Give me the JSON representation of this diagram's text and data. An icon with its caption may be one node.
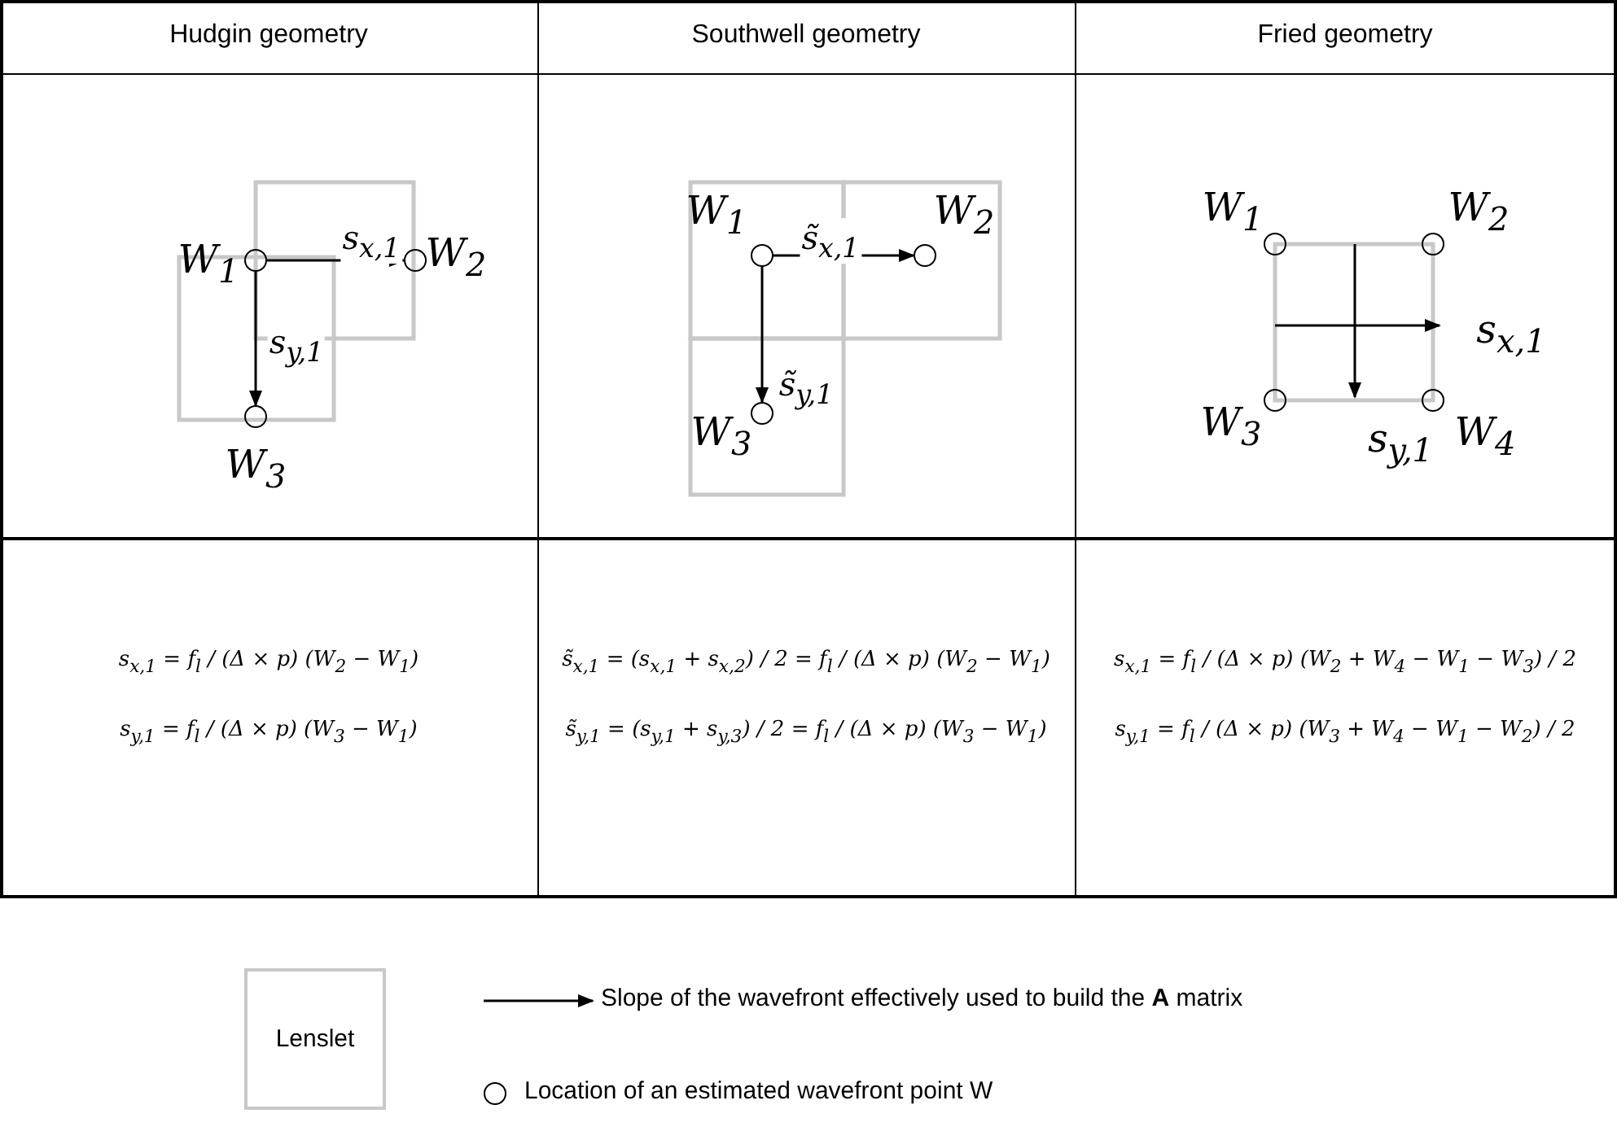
{
  "diagram": {
    "nodes": [
      {
        "text": [
          "W$_{1}$"
        ]
      },
      {
        "text": [
          "W$_{2}$"
        ]
      },
      {
        "text": [
          "W$_{3}$"
        ]
      },
      {
        "text": [
          "W$_{1}$"
        ]
      },
      {
        "text": [
          "W$_{2}$"
        ]
      },
      {
        "text": [
          "W$_{3}$"
        ]
      },
      {
        "text": [
          "W$_{1}$"
        ]
      },
      {
        "text": [
          "W$_{2}$"
        ]
      },
      {
        "text": [
          "W$_{3}$"
        ]
      },
      {
        "text": [
          "W$_{4}$"
        ]
      }
    ],
    "edges": [
      {
        "from": 0,
        "to": 1,
        "arrow": "to",
        "label": "s$_{x,1}$"
      },
      {
        "from": 0,
        "to": 2,
        "arrow": "to",
        "label": "s$_{y,1}$"
      },
      {
        "from": 3,
        "to": 4,
        "arrow": "to",
        "label": "s̃$_{x,1}$"
      },
      {
        "from": 3,
        "to": 5,
        "arrow": "to",
        "label": "s̃$_{y,1}$"
      }
    ],
    "labels": [
      "Hudgin geometry",
      "Southwell geometry",
      "Fried geometry",
      "s$_{x,1}$",
      "s$_{y,1}$",
      "s$_{x,1}$ = f$_{l}$ / (Δ × p) (W$_{2}$ − W$_{1}$)",
      "s$_{y,1}$ = f$_{l}$ / (Δ × p) (W$_{3}$ − W$_{1}$)",
      "s̃$_{x,1}$ = (s$_{x,1}$ + s$_{x,2}$) / 2 = f$_{l}$ / (Δ × p) (W$_{2}$ − W$_{1}$)",
      "s̃$_{y,1}$ = (s$_{y,1}$ + s$_{y,3}$) / 2 = f$_{l}$ / (Δ × p) (W$_{3}$ − W$_{1}$)",
      "s$_{x,1}$ = f$_{l}$ / (Δ × p) (W$_{2}$ + W$_{4}$ − W$_{1}$ − W$_{3}$) / 2",
      "s$_{y,1}$ = f$_{l}$ / (Δ × p) (W$_{3}$ + W$_{4}$ − W$_{1}$ − W$_{2}$) / 2"
    ],
    "legend": [
      {
        "text": "Lenslet"
      },
      {
        "text": "Slope of the wavefront effectively used to build the **A** matrix"
      },
      {
        "text": "Location of an estimated wavefront point W"
      }
    ]
  }
}
